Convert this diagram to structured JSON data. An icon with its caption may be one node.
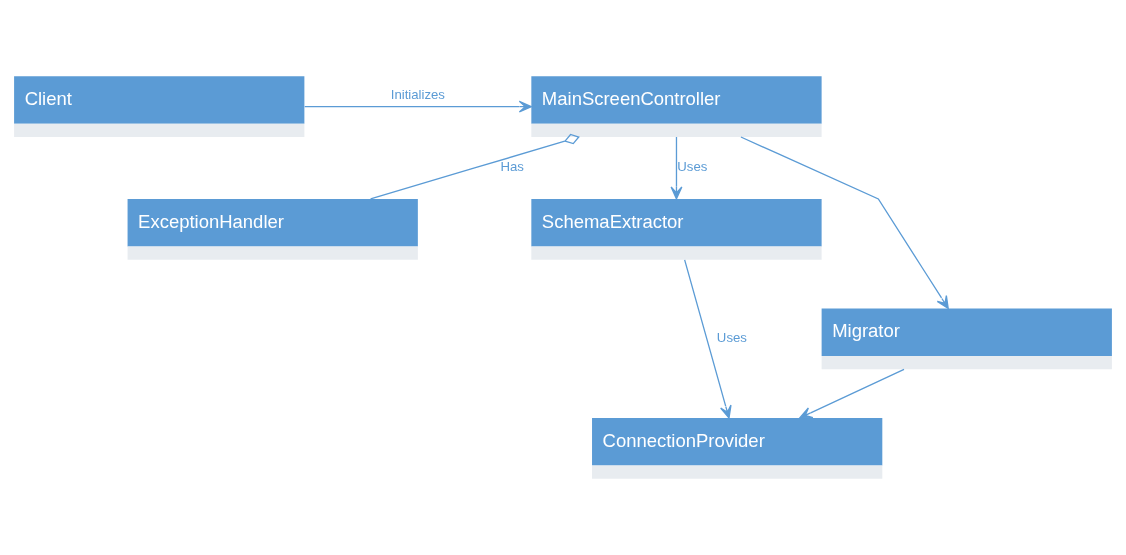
{
  "diagram": {
    "nodes": [
      {
        "text": [
          "Client"
        ]
      },
      {
        "text": [
          "MainScreenController"
        ]
      },
      {
        "text": [
          "ExceptionHandler"
        ]
      },
      {
        "text": [
          "SchemaExtractor"
        ]
      },
      {
        "text": [
          "Migrator"
        ]
      },
      {
        "text": [
          "ConnectionProvider"
        ]
      }
    ],
    "edges": [
      {
        "from": 0,
        "to": 1,
        "arrow": "to",
        "label": "Initializes"
      },
      {
        "from": 1,
        "to": 2,
        "arrow": "other",
        "label": "Has"
      },
      {
        "from": 1,
        "to": 3,
        "arrow": "to",
        "label": "Uses"
      },
      {
        "from": 1,
        "to": 4,
        "arrow": "to"
      },
      {
        "from": 3,
        "to": 5,
        "arrow": "to",
        "label": "Uses"
      },
      {
        "from": 4,
        "to": 5,
        "arrow": "to"
      }
    ]
  }
}
